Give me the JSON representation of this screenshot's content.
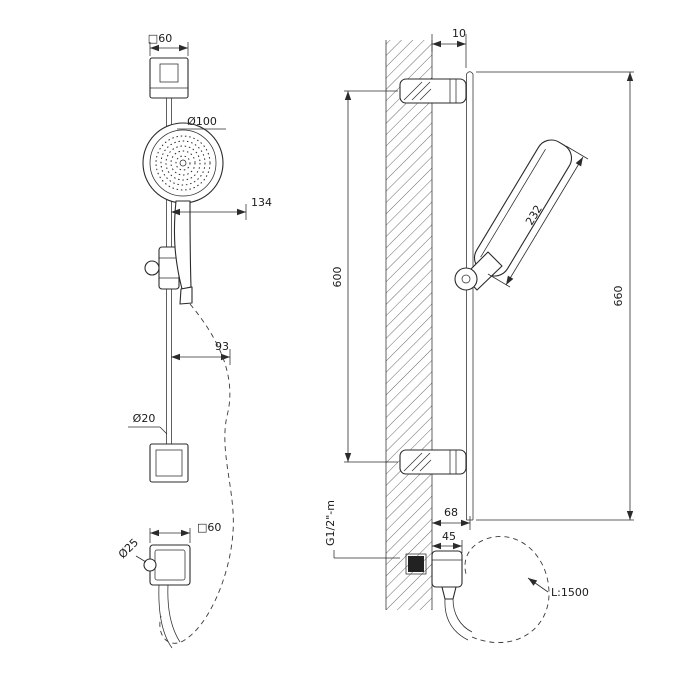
{
  "drawing": {
    "front_view": {
      "top_bracket_width": "□60",
      "head_diameter": "Ø100",
      "head_offset": "134",
      "slider_offset": "93",
      "rail_diameter": "Ø20",
      "outlet_width": "□60",
      "inlet_diameter": "Ø25"
    },
    "side_view": {
      "wall_clearance": "10",
      "bracket_spacing": "600",
      "total_length": "660",
      "handshower_length": "232",
      "outlet_projection": "68",
      "outlet_height": "45",
      "connection_thread": "G1/2\"-m",
      "hose_length": "L:1500"
    }
  }
}
